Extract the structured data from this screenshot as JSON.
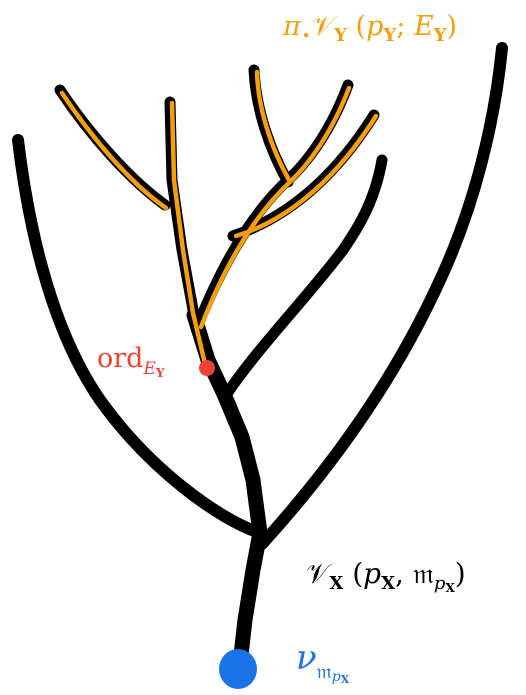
{
  "colors": {
    "tree": "#000000",
    "subtree": "#f59e0b",
    "ord_point": "#ef4135",
    "root_point": "#1a73e8"
  },
  "labels": {
    "subtree": {
      "pi": "π",
      "bullet": "•",
      "V": "𝒱",
      "Y": "Y",
      "p": "p",
      "sep": "; ",
      "E": "E"
    },
    "ord": {
      "text": "ord",
      "E": "E",
      "Y": "Y"
    },
    "main": {
      "V": "𝒱",
      "X": "X",
      "p": "p",
      "comma": ", ",
      "m": "𝔪"
    },
    "root": {
      "nu": "ν",
      "m": "𝔪",
      "p": "p",
      "X": "X"
    }
  }
}
